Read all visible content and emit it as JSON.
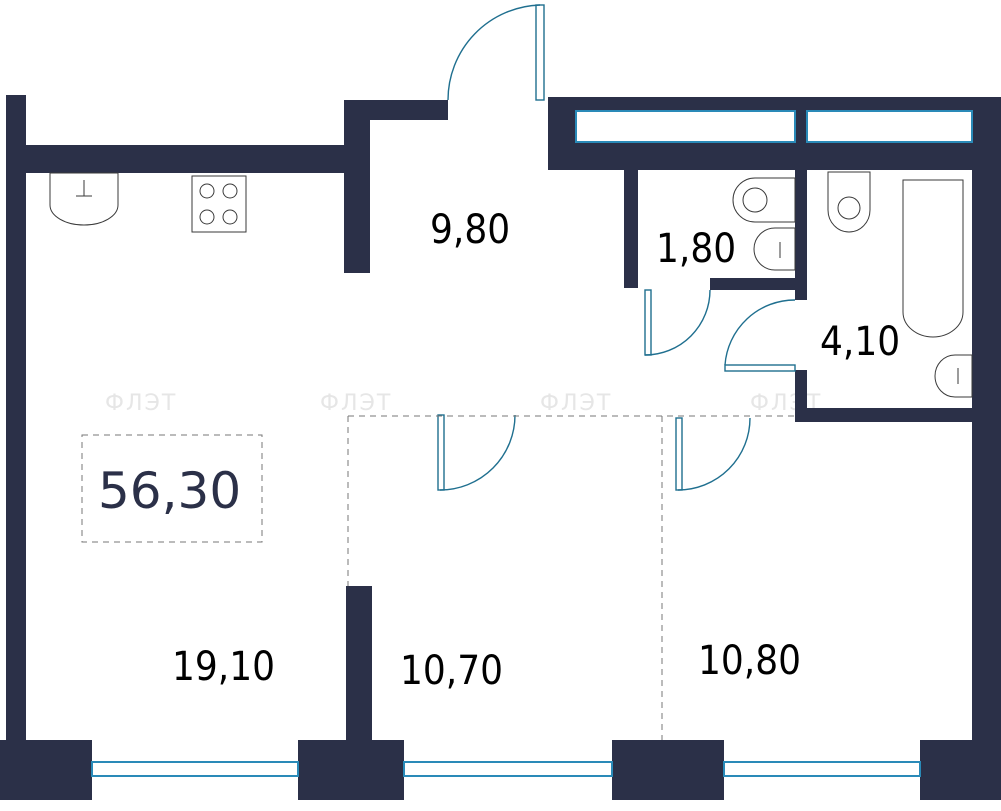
{
  "plan": {
    "total_area": "56,30",
    "rooms": {
      "hall": "9,80",
      "wc": "1,80",
      "bath": "4,10",
      "living": "19,10",
      "bedroom1": "10,70",
      "bedroom2": "10,80"
    },
    "watermark": "ФЛЭТ",
    "colors": {
      "wall": "#2b3048",
      "door": "#1f6f8f",
      "window": "#2a8ab8"
    }
  }
}
